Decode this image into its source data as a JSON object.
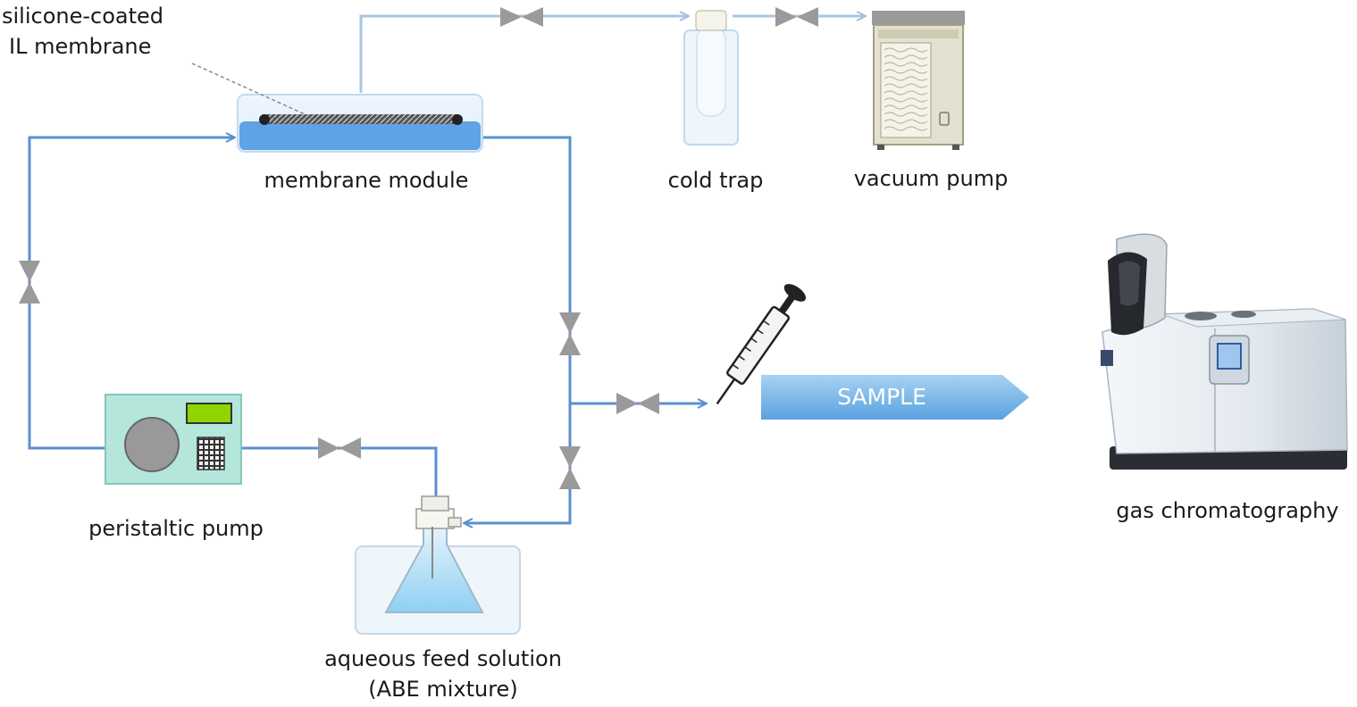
{
  "labels": {
    "membrane_note_line1": "silicone-coated",
    "membrane_note_line2": "IL membrane",
    "membrane_module": "membrane module",
    "cold_trap": "cold trap",
    "vacuum_pump": "vacuum pump",
    "peristaltic_pump": "peristaltic pump",
    "feed_line1": "aqueous feed solution",
    "feed_line2": "(ABE mixture)",
    "gas_chromatography": "gas chromatography",
    "sample": "SAMPLE"
  },
  "colors": {
    "pipe_main": "#5b8fd0",
    "pipe_light": "#a7c6e6",
    "valve": "#9a9a9a",
    "pump_body": "#a9e0d6",
    "pump_display": "#8fd400",
    "sample_arrow": "#7ab3e6",
    "water": "#bfe0f7"
  }
}
